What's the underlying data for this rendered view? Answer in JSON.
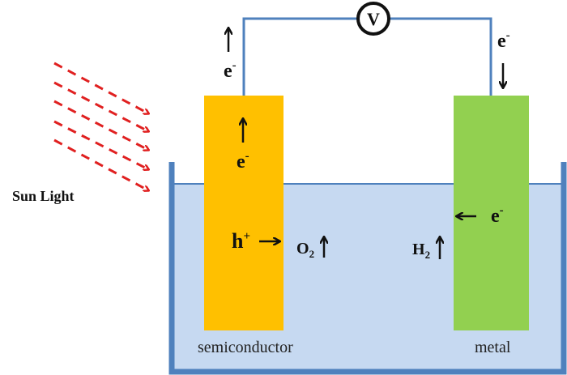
{
  "labels": {
    "sun_light": "Sun Light",
    "voltmeter": "V",
    "electron": "e",
    "electron_charge": "-",
    "hole": "h",
    "hole_charge": "+",
    "oxygen": "O",
    "oxygen_sub": "2",
    "hydrogen": "H",
    "hydrogen_sub": "2",
    "semiconductor": "semiconductor",
    "metal": "metal"
  },
  "colors": {
    "semiconductor": "#FFC000",
    "metal": "#92D050",
    "electrolyte": "#C6D9F1",
    "tank_and_wire": "#4F81BD",
    "sun_rays": "#E02020"
  }
}
